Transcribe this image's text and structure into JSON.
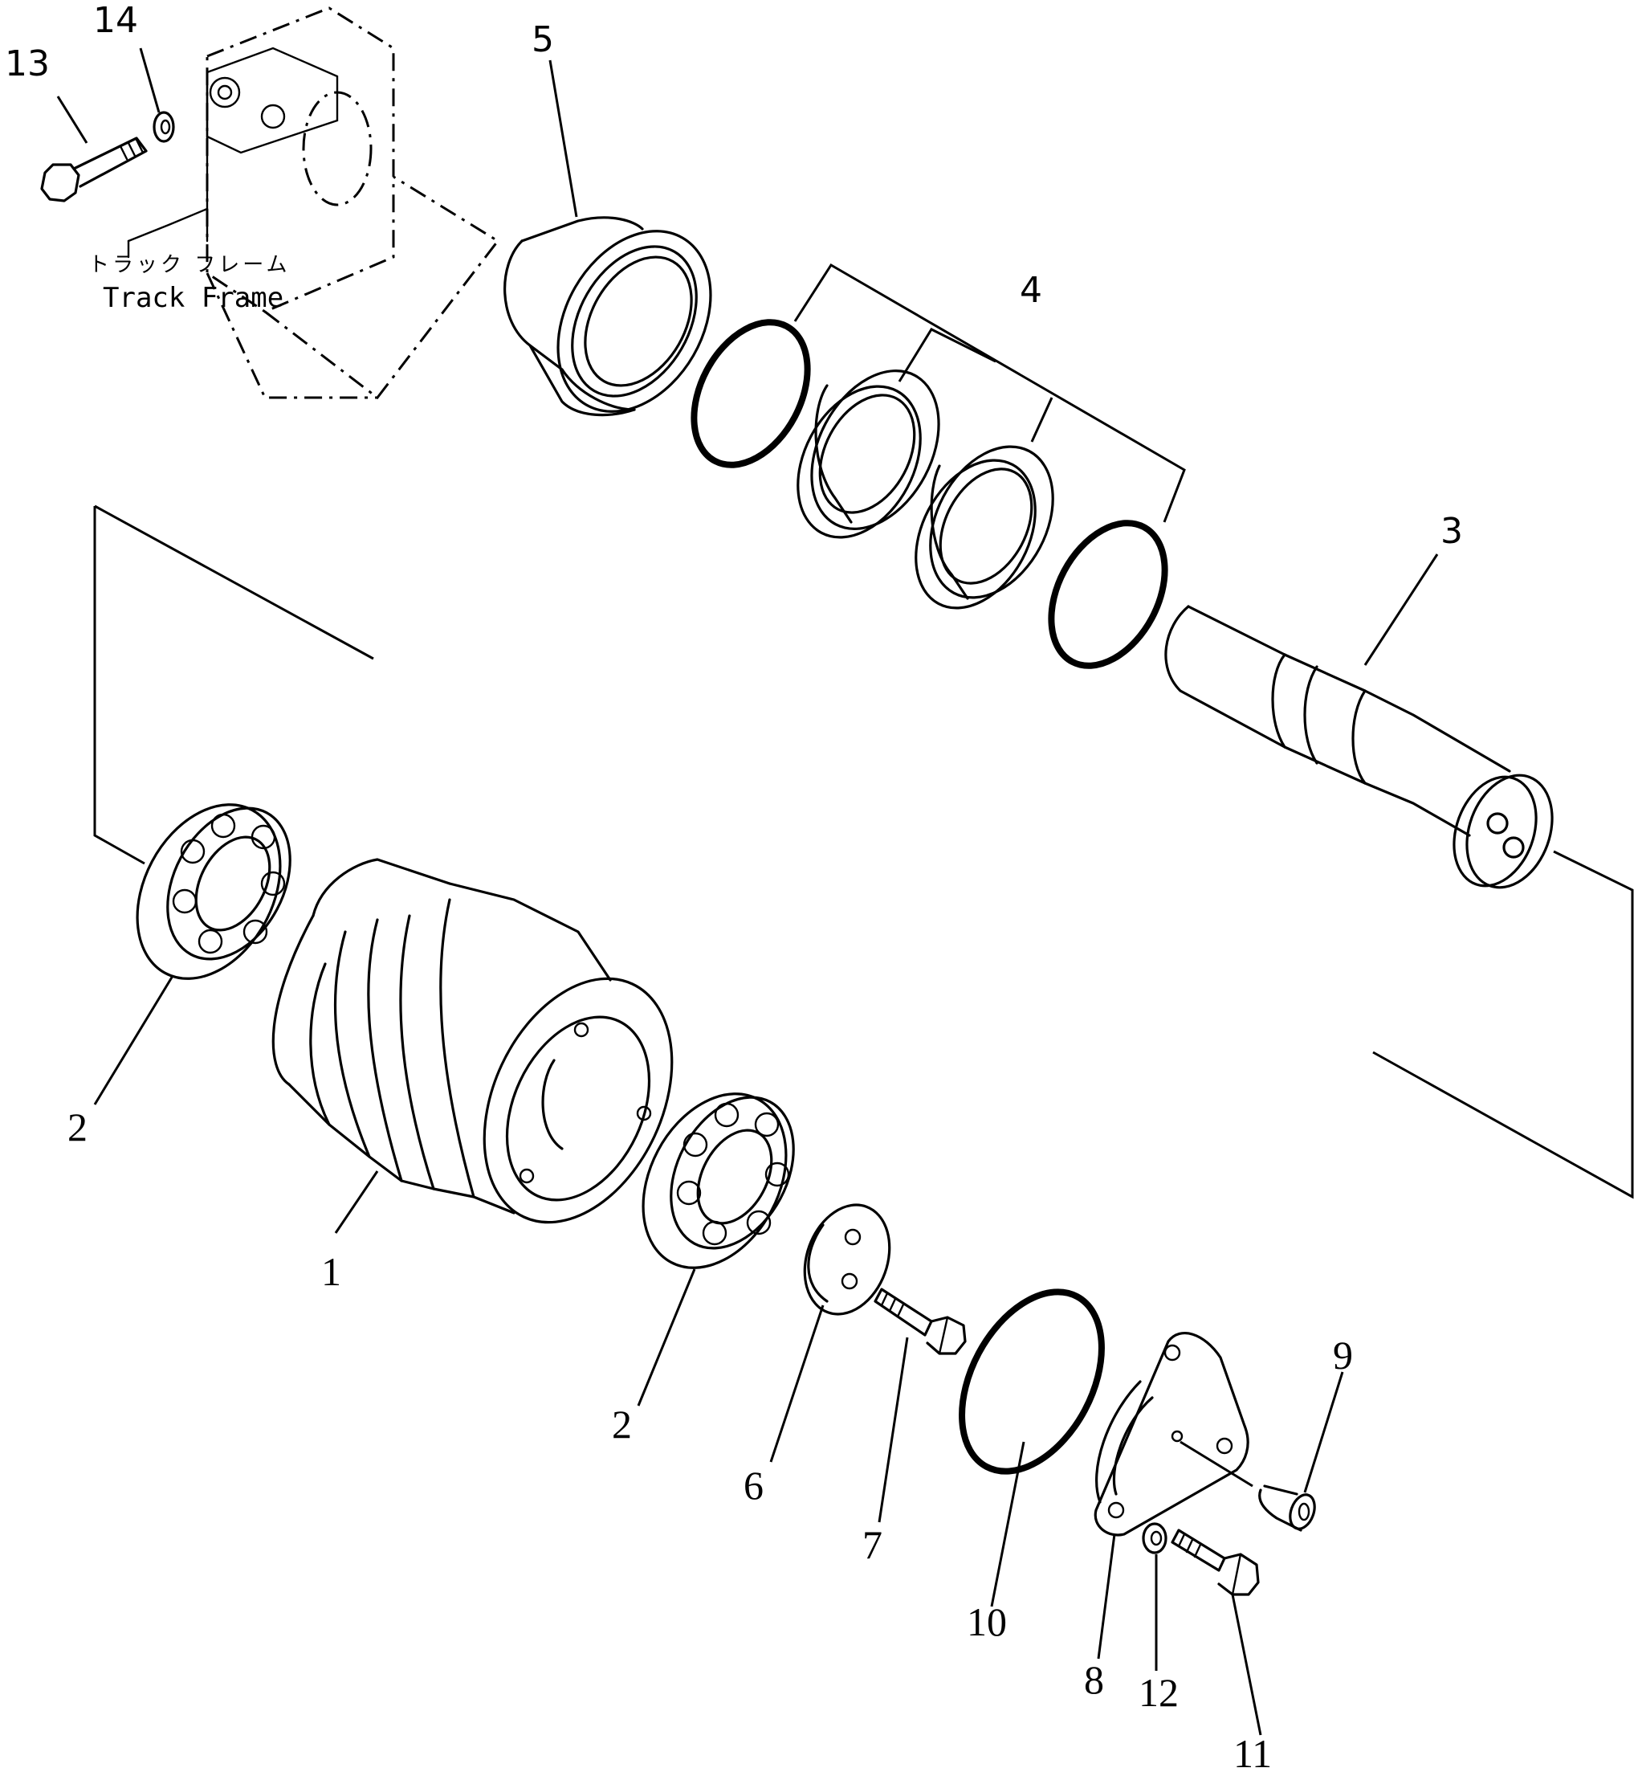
{
  "frame": {
    "label_jp": "トラック フレーム",
    "label_en": "Track Frame"
  },
  "callouts": {
    "c1": "1",
    "c2a": "2",
    "c2b": "2",
    "c3": "3",
    "c4": "4",
    "c5": "5",
    "c6": "6",
    "c7": "7",
    "c8": "8",
    "c9": "9",
    "c10": "10",
    "c11": "11",
    "c12": "12",
    "c13": "13",
    "c14": "14"
  }
}
